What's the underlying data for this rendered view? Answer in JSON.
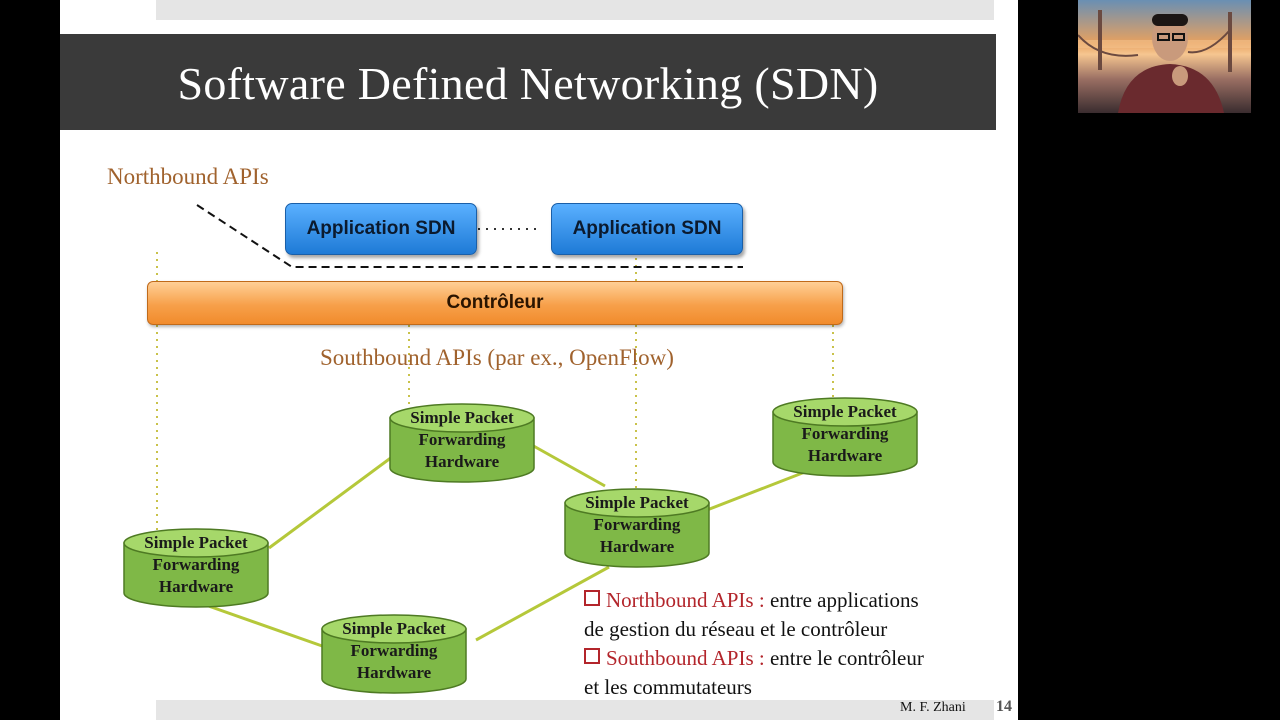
{
  "slide": {
    "title": "Software Defined Networking (SDN)",
    "northbound_label": "Northbound APIs",
    "southbound_label": "Southbound APIs (par ex., OpenFlow)",
    "apps": [
      "Application SDN",
      "Application SDN"
    ],
    "controller": "Contrôleur",
    "nodes": [
      {
        "lines": [
          "Simple Packet",
          "Forwarding",
          "Hardware"
        ]
      },
      {
        "lines": [
          "Simple Packet",
          "Forwarding",
          "Hardware"
        ]
      },
      {
        "lines": [
          "Simple Packet",
          "Forwarding",
          "Hardware"
        ]
      },
      {
        "lines": [
          "Simple Packet",
          "Forwarding",
          "Hardware"
        ]
      },
      {
        "lines": [
          "Simple Packet",
          "Forwarding",
          "Hardware"
        ]
      }
    ],
    "legend": [
      {
        "term": "Northbound APIs :",
        "text_line1": " entre applications",
        "text_line2": "de gestion du réseau et le contrôleur"
      },
      {
        "term": "Southbound APIs :",
        "text_line1": " entre le contrôleur",
        "text_line2": "et les commutateurs"
      }
    ],
    "author": "M. F. Zhani",
    "page_number": "14"
  },
  "colors": {
    "title_bar": "#3a3a3a",
    "accent_brown": "#a0622d",
    "accent_red": "#b3252b",
    "app_blue": "#2b8ae6",
    "controller_orange": "#f7a04a",
    "node_green": "#8cc34f",
    "link_green": "#b5c83a"
  },
  "webcam": {
    "icon": "presenter-video-feed"
  }
}
